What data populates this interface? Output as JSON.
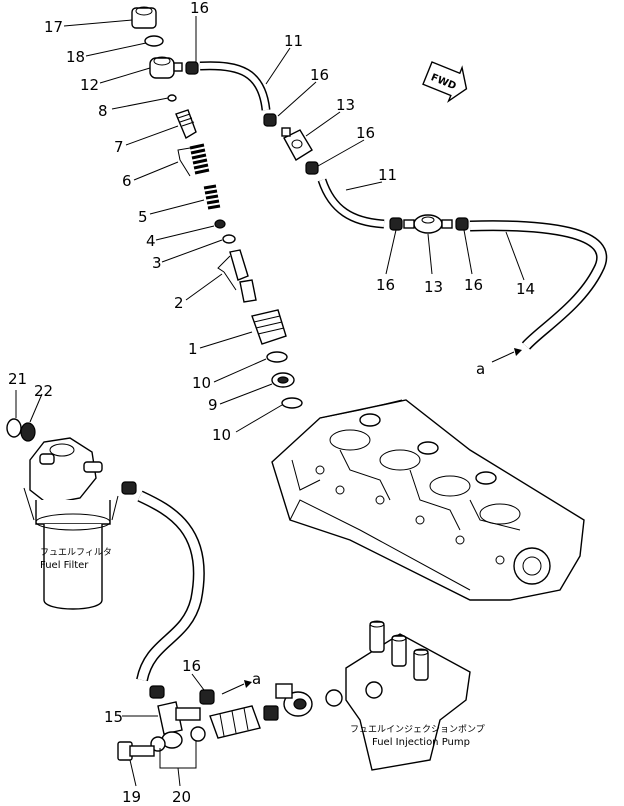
{
  "callouts": {
    "n1": "1",
    "n2": "2",
    "n3": "3",
    "n4": "4",
    "n5": "5",
    "n6": "6",
    "n7": "7",
    "n8": "8",
    "n9": "9",
    "n10a": "10",
    "n10b": "10",
    "n11a": "11",
    "n11b": "11",
    "n12": "12",
    "n13a": "13",
    "n13b": "13",
    "n14": "14",
    "n15": "15",
    "n16a": "16",
    "n16b": "16",
    "n16c": "16",
    "n16d": "16",
    "n16e": "16",
    "n16f": "16",
    "n17": "17",
    "n18": "18",
    "n19": "19",
    "n20": "20",
    "n21": "21",
    "n22": "22",
    "a_top": "a",
    "a_bottom": "a"
  },
  "fwd_label": "FWD",
  "fuel_filter": {
    "jp": "フュエルフィルタ",
    "en": "Fuel Filter"
  },
  "injection_pump": {
    "jp": "フュエルインジェクションポンプ",
    "en": "Fuel Injection Pump"
  }
}
